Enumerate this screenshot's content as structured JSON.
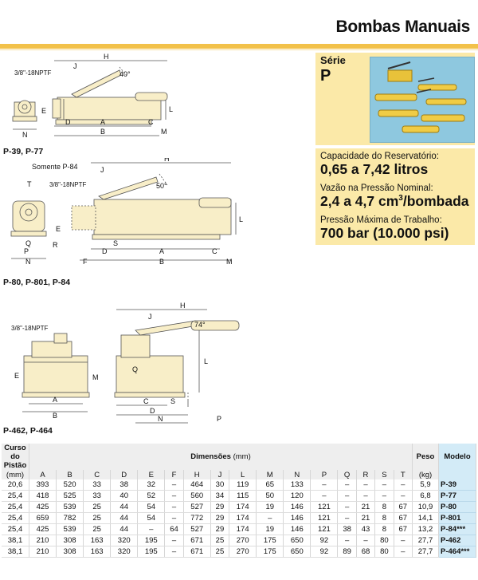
{
  "header": {
    "title": "Bombas Manuais"
  },
  "serie": {
    "label": "Série",
    "letter": "P"
  },
  "specs": [
    {
      "label": "Capacidade do Reservatório:",
      "value": "0,65 a 7,42 litros"
    },
    {
      "label": "Vazão na Pressão Nominal:",
      "value_pre": "2,4 a 4,7 cm",
      "value_sup": "3",
      "value_post": "/bombada"
    },
    {
      "label": "Pressão Máxima de Trabalho:",
      "value": "700 bar (10.000 psi)"
    }
  ],
  "figures": [
    {
      "models": "P-39, P-77",
      "port": "3/8\"-18NPTF",
      "angle": "40°"
    },
    {
      "models": "P-80, P-801, P-84",
      "note": "Somente P-84",
      "port": "3/8\"-18NPTF",
      "angle": "50°"
    },
    {
      "models": "P-462, P-464",
      "port": "3/8\"-18NPTF",
      "angle": "74°"
    }
  ],
  "dim_letters": {
    "fig1": [
      "H",
      "J",
      "E",
      "L",
      "N",
      "D",
      "A",
      "C",
      "B",
      "M"
    ],
    "fig2": [
      "H",
      "J",
      "T",
      "E",
      "Q",
      "R",
      "P",
      "N",
      "F",
      "D",
      "S",
      "A",
      "C",
      "B",
      "M",
      "L"
    ],
    "fig3": [
      "H",
      "J",
      "E",
      "M",
      "A",
      "B",
      "Q",
      "C",
      "S",
      "D",
      "L",
      "N",
      "P"
    ]
  },
  "table": {
    "stroke_header": [
      "Curso",
      "do",
      "Pistão"
    ],
    "dims_header": "Dimensões",
    "dims_unit": "(mm)",
    "weight_header": "Peso",
    "weight_unit": "(kg)",
    "model_header": "Modelo",
    "stroke_unit": "(mm)",
    "columns": [
      "A",
      "B",
      "C",
      "D",
      "E",
      "F",
      "H",
      "J",
      "L",
      "M",
      "N",
      "P",
      "Q",
      "R",
      "S",
      "T"
    ],
    "rows": [
      [
        "20,6",
        "393",
        "520",
        "33",
        "38",
        "32",
        "–",
        "464",
        "30",
        "119",
        "65",
        "133",
        "–",
        "–",
        "–",
        "–",
        "–",
        "5,9",
        "P-39"
      ],
      [
        "25,4",
        "418",
        "525",
        "33",
        "40",
        "52",
        "–",
        "560",
        "34",
        "115",
        "50",
        "120",
        "–",
        "–",
        "–",
        "–",
        "–",
        "6,8",
        "P-77"
      ],
      [
        "25,4",
        "425",
        "539",
        "25",
        "44",
        "54",
        "–",
        "527",
        "29",
        "174",
        "19",
        "146",
        "121",
        "–",
        "21",
        "8",
        "67",
        "10,9",
        "P-80"
      ],
      [
        "25,4",
        "659",
        "782",
        "25",
        "44",
        "54",
        "–",
        "772",
        "29",
        "174",
        "–",
        "146",
        "121",
        "–",
        "21",
        "8",
        "67",
        "14,1",
        "P-801"
      ],
      [
        "25,4",
        "425",
        "539",
        "25",
        "44",
        "–",
        "64",
        "527",
        "29",
        "174",
        "19",
        "146",
        "121",
        "38",
        "43",
        "8",
        "67",
        "13,2",
        "P-84***"
      ],
      [
        "38,1",
        "210",
        "308",
        "163",
        "320",
        "195",
        "–",
        "671",
        "25",
        "270",
        "175",
        "650",
        "92",
        "–",
        "–",
        "80",
        "–",
        "27,7",
        "P-462"
      ],
      [
        "38,1",
        "210",
        "308",
        "163",
        "320",
        "195",
        "–",
        "671",
        "25",
        "270",
        "175",
        "650",
        "92",
        "89",
        "68",
        "80",
        "–",
        "27,7",
        "P-464***"
      ]
    ]
  },
  "colors": {
    "accent": "#f2c14a",
    "panel": "#fbe9a8",
    "model_bg": "#d3ebf7",
    "pump": "#f8eec8"
  }
}
